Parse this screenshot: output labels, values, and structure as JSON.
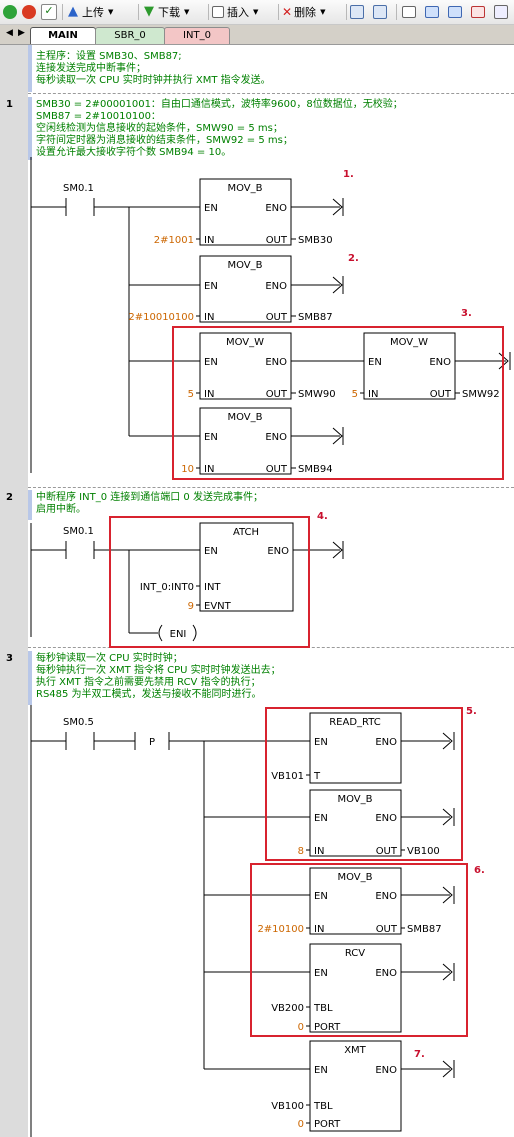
{
  "toolbar": {
    "upload_label": "上传",
    "download_label": "下载",
    "insert_label": "插入",
    "delete_label": "删除"
  },
  "tabs": {
    "main": "MAIN",
    "sbr": "SBR_0",
    "int": "INT_0"
  },
  "header_comment": [
    "主程序：设置 SMB30、SMB87;",
    "连接发送完成中断事件；",
    "每秒读取一次 CPU 实时时钟并执行 XMT 指令发送。"
  ],
  "networks": [
    {
      "number": "1",
      "comment": [
        "SMB30 = 2#00001001：自由口通信模式，波特率9600，8位数据位，无校验；",
        "SMB87 = 2#10010100：",
        "空闲线检测为信息接收的起始条件，SMW90 = 5 ms；",
        "字符间定时器为消息接收的结束条件，SMW92 = 5 ms；",
        "设置允许最大接收字符个数 SMB94 = 10。"
      ],
      "contact": "SM0.1",
      "blocks": [
        {
          "name": "MOV_B",
          "en": "EN",
          "eno": "ENO",
          "in_label": "IN",
          "out_label": "OUT",
          "in": "2#1001",
          "out": "SMB30"
        },
        {
          "name": "MOV_B",
          "en": "EN",
          "eno": "ENO",
          "in_label": "IN",
          "out_label": "OUT",
          "in": "2#10010100",
          "out": "SMB87"
        },
        {
          "name": "MOV_W",
          "en": "EN",
          "eno": "ENO",
          "in_label": "IN",
          "out_label": "OUT",
          "in": "5",
          "out": "SMW90"
        },
        {
          "name": "MOV_W",
          "en": "EN",
          "eno": "ENO",
          "in_label": "IN",
          "out_label": "OUT",
          "in": "5",
          "out": "SMW92"
        },
        {
          "name": "MOV_B",
          "en": "EN",
          "eno": "ENO",
          "in_label": "IN",
          "out_label": "OUT",
          "in": "10",
          "out": "SMB94"
        }
      ]
    },
    {
      "number": "2",
      "comment": [
        "中断程序 INT_0 连接到通信端口 0 发送完成事件；",
        "启用中断。"
      ],
      "contact": "SM0.1",
      "block": {
        "name": "ATCH",
        "en": "EN",
        "eno": "ENO",
        "int_label": "INT",
        "evnt_label": "EVNT",
        "int": "INT_0:INT0",
        "evnt": "9"
      },
      "coil": "ENI"
    },
    {
      "number": "3",
      "comment": [
        "每秒钟读取一次 CPU 实时时钟；",
        "每秒钟执行一次 XMT 指令将 CPU 实时时钟发送出去；",
        "执行 XMT 指令之前需要先禁用 RCV 指令的执行；",
        "RS485 为半双工模式，发送与接收不能同时进行。"
      ],
      "contact": "SM0.5",
      "edge": "P",
      "blocks": [
        {
          "name": "READ_RTC",
          "en": "EN",
          "eno": "ENO",
          "pin1_label": "T",
          "pin1": "VB101"
        },
        {
          "name": "MOV_B",
          "en": "EN",
          "eno": "ENO",
          "in_label": "IN",
          "out_label": "OUT",
          "in": "8",
          "out": "VB100"
        },
        {
          "name": "MOV_B",
          "en": "EN",
          "eno": "ENO",
          "in_label": "IN",
          "out_label": "OUT",
          "in": "2#10100",
          "out": "SMB87"
        },
        {
          "name": "RCV",
          "en": "EN",
          "eno": "ENO",
          "pin1_label": "TBL",
          "pin2_label": "PORT",
          "pin1": "VB200",
          "pin2": "0"
        },
        {
          "name": "XMT",
          "en": "EN",
          "eno": "ENO",
          "pin1_label": "TBL",
          "pin2_label": "PORT",
          "pin1": "VB100",
          "pin2": "0"
        }
      ]
    }
  ],
  "annotations": [
    "1.",
    "2.",
    "3.",
    "4.",
    "5.",
    "6.",
    "7."
  ],
  "colors": {
    "comment": "#008000",
    "value": "#cc6600",
    "annotation": "#c8102e",
    "wire": "#000000"
  }
}
